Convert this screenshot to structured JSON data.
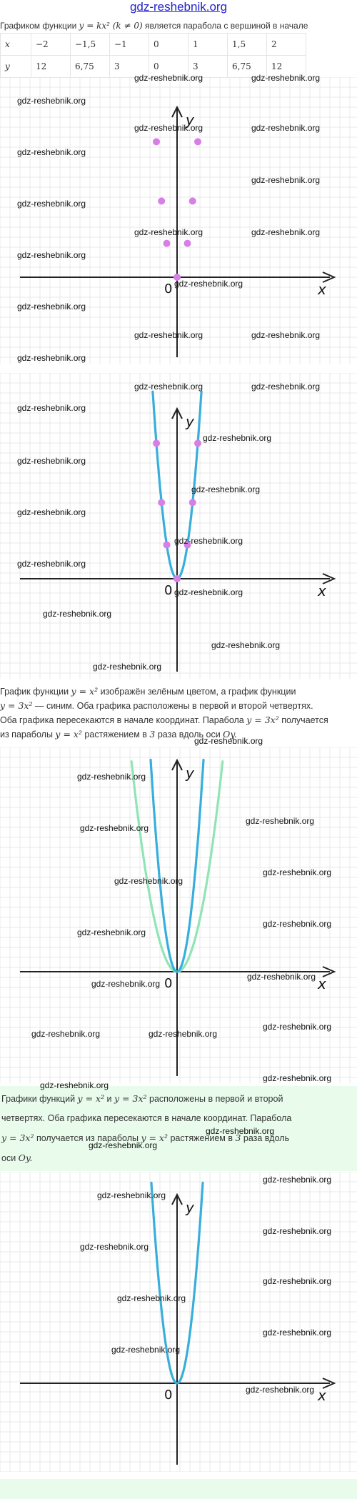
{
  "site": {
    "title": "gdz-reshebnik.org"
  },
  "intro": {
    "before": "Графиком функции ",
    "formula": "y = kx² (k ≠ 0)",
    "after": " является парабола с вершиной в начале"
  },
  "table": {
    "rows": [
      [
        "x",
        "−2",
        "−1,5",
        "−1",
        "0",
        "1",
        "1,5",
        "2"
      ],
      [
        "y",
        "12",
        "6,75",
        "3",
        "0",
        "3",
        "6,75",
        "12"
      ]
    ]
  },
  "watermark": "gdz-reshebnik.org",
  "axes": {
    "x_label": "x",
    "y_label": "y",
    "origin_label": "0"
  },
  "colors": {
    "grid": "#e8e8e8",
    "axis": "#222222",
    "blue_curve": "#37aedb",
    "green_curve": "#90e4b6",
    "points": "#d77fe6",
    "highlight_bg": "#e9fcec"
  },
  "text1": {
    "line1_a": "График функции ",
    "line1_f1": "y = x²",
    "line1_b": " изображён зелёным цветом, а график функции",
    "line2_f": "y = 3x²",
    "line2_b": " — синим. Оба графика расположены в первой и второй четвертях.",
    "line3": "Оба графика пересекаются в начале координат. Парабола ",
    "line3_f": "y = 3x²",
    "line3_b": " получается",
    "line4_a": "из параболы ",
    "line4_f": "y = x²",
    "line4_b": " растяжением в ",
    "line4_n": "3",
    "line4_c": " раза вдоль оси ",
    "line4_axis": "Oy."
  },
  "text2": {
    "line1_a": "Графики функций ",
    "line1_f1": "y = x²",
    "line1_mid": " и ",
    "line1_f2": "y = 3x²",
    "line1_b": " расположены в первой и второй",
    "line2": "четвертях. Оба графика пересекаются в начале координат. Парабола",
    "line3_f": "y = 3x²",
    "line3_a": " получается из параболы ",
    "line3_f2": "y = x²",
    "line3_b": " растяжением в ",
    "line3_n": "3",
    "line3_c": " раза вдоль",
    "line4_a": "оси ",
    "line4_axis": "Oy."
  },
  "chart_data": [
    {
      "type": "scatter",
      "series": [
        {
          "x": [
            -2,
            -1.5,
            -1,
            0,
            1,
            1.5,
            2
          ],
          "y": [
            12,
            6.75,
            3,
            0,
            3,
            6.75,
            12
          ]
        }
      ]
    },
    {
      "type": "line",
      "series": [
        {
          "function": "y = 3x²",
          "points_x": [
            -2,
            -1.5,
            -1,
            0,
            1,
            1.5,
            2
          ],
          "points_y": [
            12,
            6.75,
            3,
            0,
            3,
            6.75,
            12
          ]
        }
      ]
    },
    {
      "type": "line",
      "series": [
        {
          "function": "y = x²"
        },
        {
          "function": "y = 3x²"
        }
      ]
    },
    {
      "type": "line",
      "series": [
        {
          "function": "y = 3x²"
        }
      ]
    }
  ]
}
